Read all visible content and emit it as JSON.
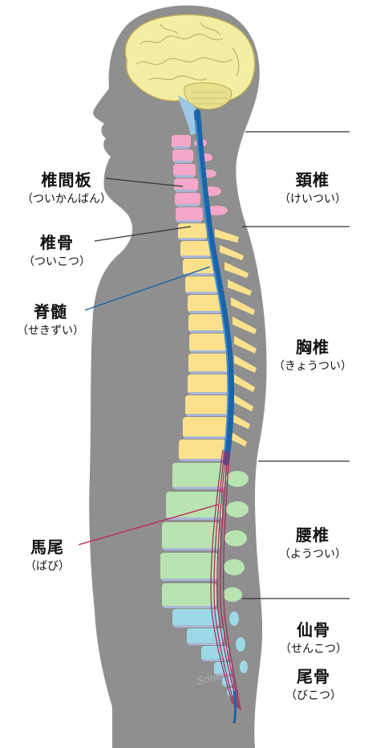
{
  "colors": {
    "body": "#8f8f8f",
    "brain": "#f4eea2",
    "cervical": "#f5a7c9",
    "thoracic": "#fbe18c",
    "lumbar": "#b9e3b1",
    "sacral": "#9cd8e6",
    "spinal_cord": "#1b64a8",
    "cauda_equina": "#c0285a",
    "disc": "#a8b8d8",
    "line": "#333333"
  },
  "labels": {
    "disc": {
      "main": "椎間板",
      "reading": "（ついかんばん）"
    },
    "vertebra": {
      "main": "椎骨",
      "reading": "（ついこつ）"
    },
    "spinal_cord": {
      "main": "脊髄",
      "reading": "（せきずい）"
    },
    "cauda_equina": {
      "main": "馬尾",
      "reading": "（ばび）"
    },
    "cervical": {
      "main": "頚椎",
      "reading": "（けいつい）"
    },
    "thoracic": {
      "main": "胸椎",
      "reading": "（きょうつい）"
    },
    "lumbar": {
      "main": "腰椎",
      "reading": "（ようつい）"
    },
    "sacrum": {
      "main": "仙骨",
      "reading": "（せんこつ）"
    },
    "coccyx": {
      "main": "尾骨",
      "reading": "（びこつ）"
    }
  },
  "signature": "Sono"
}
